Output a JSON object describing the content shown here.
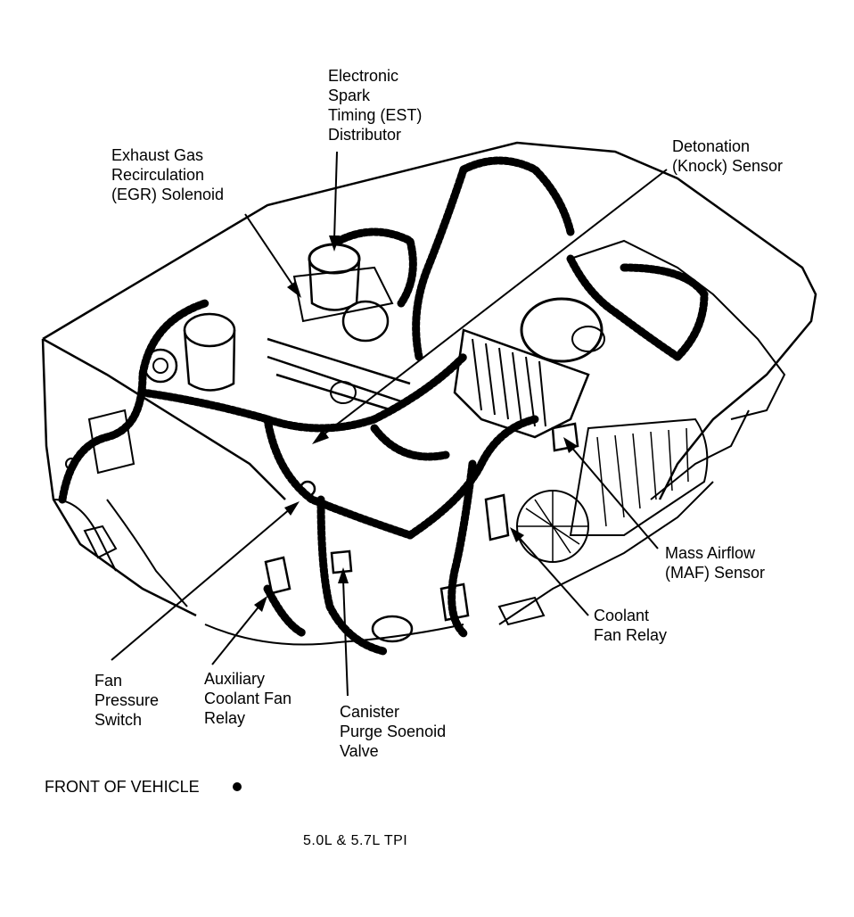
{
  "labels": {
    "est": [
      "Electronic",
      "Spark",
      "Timing (EST)",
      "Distributor"
    ],
    "egr": [
      "Exhaust Gas",
      "Recirculation",
      "(EGR) Solenoid"
    ],
    "knock": [
      "Detonation",
      "(Knock) Sensor"
    ],
    "maf": [
      "Mass Airflow",
      "(MAF) Sensor"
    ],
    "coolant_relay": [
      "Coolant",
      "Fan Relay"
    ],
    "canister": [
      "Canister",
      "Purge Soenoid",
      "Valve"
    ],
    "aux_relay": [
      "Auxiliary",
      "Coolant Fan",
      "Relay"
    ],
    "fan_switch": [
      "Fan",
      "Pressure",
      "Switch"
    ]
  },
  "front_of_vehicle": "FRONT OF VEHICLE",
  "engine_caption": "5.0L & 5.7L TPI",
  "colors": {
    "ink": "#000000",
    "paper": "#ffffff"
  }
}
